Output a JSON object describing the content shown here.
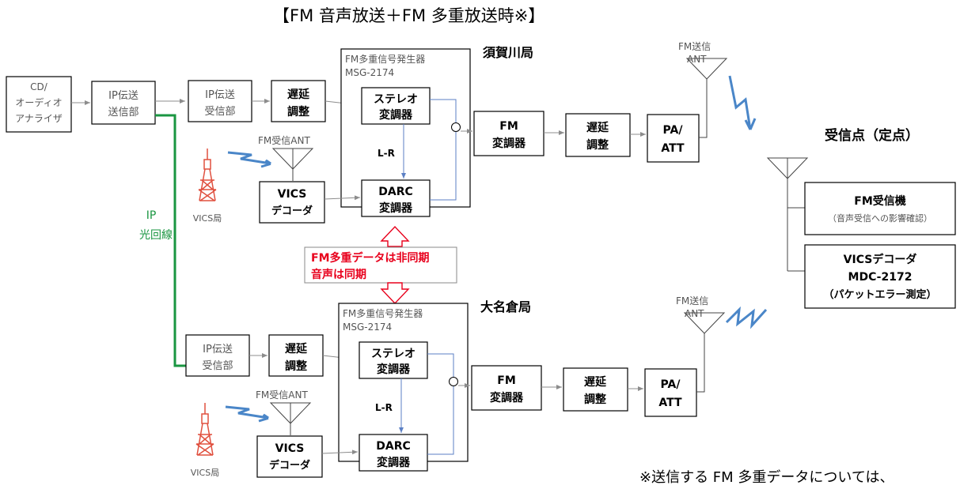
{
  "title": "【FM 音声放送＋FM 多重放送時※】",
  "source": {
    "cd": [
      "CD/",
      "オーディオ",
      "アナライザ"
    ],
    "ip_tx": [
      "IP伝送",
      "送信部"
    ]
  },
  "ip_link": [
    "IP",
    "光回線"
  ],
  "stations": [
    {
      "name": "須賀川局",
      "ip_rx": [
        "IP伝送",
        "受信部"
      ],
      "delay1": [
        "遅延",
        "調整"
      ],
      "msg_title": [
        "FM多重信号発生器",
        "MSG-2174"
      ],
      "stereo": [
        "ステレオ",
        "変調器"
      ],
      "lr": "L-R",
      "darc": [
        "DARC",
        "変調器"
      ],
      "vics_dec": [
        "VICS",
        "デコーダ"
      ],
      "vics_station": "VICS局",
      "fm_rx_ant": "FM受信ANT",
      "fm_mod": [
        "FM",
        "変調器"
      ],
      "delay2": [
        "遅延",
        "調整"
      ],
      "pa": [
        "PA/",
        "ATT"
      ],
      "fm_tx_ant": [
        "FM送信",
        "ANT"
      ]
    },
    {
      "name": "大名倉局",
      "ip_rx": [
        "IP伝送",
        "受信部"
      ],
      "delay1": [
        "遅延",
        "調整"
      ],
      "msg_title": [
        "FM多重信号発生器",
        "MSG-2174"
      ],
      "stereo": [
        "ステレオ",
        "変調器"
      ],
      "lr": "L-R",
      "darc": [
        "DARC",
        "変調器"
      ],
      "vics_dec": [
        "VICS",
        "デコーダ"
      ],
      "vics_station": "VICS局",
      "fm_rx_ant": "FM受信ANT",
      "fm_mod": [
        "FM",
        "変調器"
      ],
      "delay2": [
        "遅延",
        "調整"
      ],
      "pa": [
        "PA/",
        "ATT"
      ],
      "fm_tx_ant": [
        "FM送信",
        "ANT"
      ]
    }
  ],
  "sync_note": [
    "FM多重データは非同期",
    "音声は同期"
  ],
  "receiver": {
    "title": "受信点（定点）",
    "fm_receiver": [
      "FM受信機",
      "（音声受信への影響確認）"
    ],
    "vics_decoder": [
      "VICSデコーダ",
      "MDC-2172",
      "（パケットエラー測定）"
    ]
  },
  "footnote": "※送信する FM 多重データについては、",
  "colors": {
    "green": "#1a9641",
    "red": "#e8001c",
    "blue": "#3f7fd0",
    "gray": "#808080",
    "tower": "#e0503f"
  }
}
